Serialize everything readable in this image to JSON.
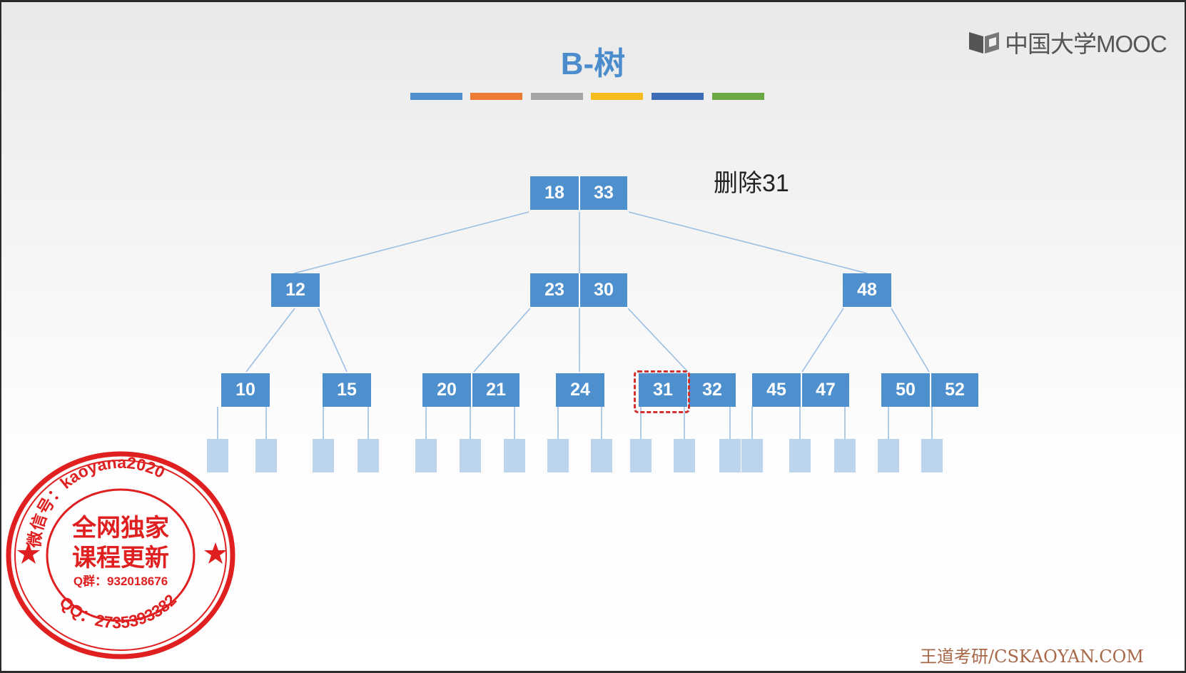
{
  "title": "B-树",
  "operation": "删除31",
  "logo": {
    "icon": "mooc-book-icon",
    "text": "中国大学MOOC"
  },
  "credit": "王道考研/CSKAOYAN.COM",
  "colors": {
    "node": "#4e8fcd",
    "leaf": "#bcd4ec",
    "highlight": "#d03030",
    "title": "#4a8ccc",
    "title_bars": [
      "#4f8fcd",
      "#ec7b34",
      "#a5a5a5",
      "#f6bb1c",
      "#3e6db8",
      "#6aa846"
    ]
  },
  "tree": {
    "root": {
      "keys": [
        "18",
        "33"
      ]
    },
    "level1": [
      {
        "keys": [
          "12"
        ]
      },
      {
        "keys": [
          "23",
          "30"
        ]
      },
      {
        "keys": [
          "48"
        ]
      }
    ],
    "level2": [
      {
        "keys": [
          "10"
        ]
      },
      {
        "keys": [
          "15"
        ]
      },
      {
        "keys": [
          "20",
          "21"
        ]
      },
      {
        "keys": [
          "24"
        ]
      },
      {
        "keys": [
          "31",
          "32"
        ],
        "highlight_key": "31"
      },
      {
        "keys": [
          "45",
          "47"
        ]
      },
      {
        "keys": [
          "50",
          "52"
        ]
      }
    ],
    "leaf_count": 17
  },
  "stamp": {
    "top_text": "微信号：kaoyana2020",
    "line1": "全网独家",
    "line2": "课程更新",
    "qq_group": "Q群：932018676",
    "bottom_text": "QQ：2735393382",
    "color": "#e02020"
  }
}
